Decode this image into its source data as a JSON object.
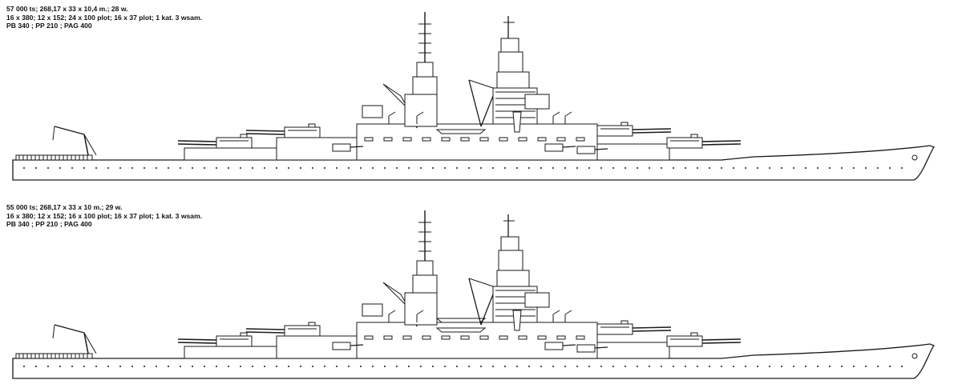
{
  "drawings": [
    {
      "lines": [
        "57 000 ts; 268,17 x 33 x 10,4 m.; 28 w.",
        "16 x 380; 12 x 152; 24 x 100 plot; 16 x 37 plot; 1 kat. 3 wsam.",
        "PB 340 ; PP 210 ; PAG 400"
      ]
    },
    {
      "lines": [
        "55 000 ts; 268,17 x 33 x 10 m.; 29 w.",
        "16 x 380; 12 x 152; 16 x 100 plot; 16 x 37 plot; 1 kat. 3 wsam.",
        "PB 340 ; PP 210 ; PAG 400"
      ]
    }
  ],
  "colors": {
    "line": "#1a1a1a",
    "background": "#ffffff"
  }
}
